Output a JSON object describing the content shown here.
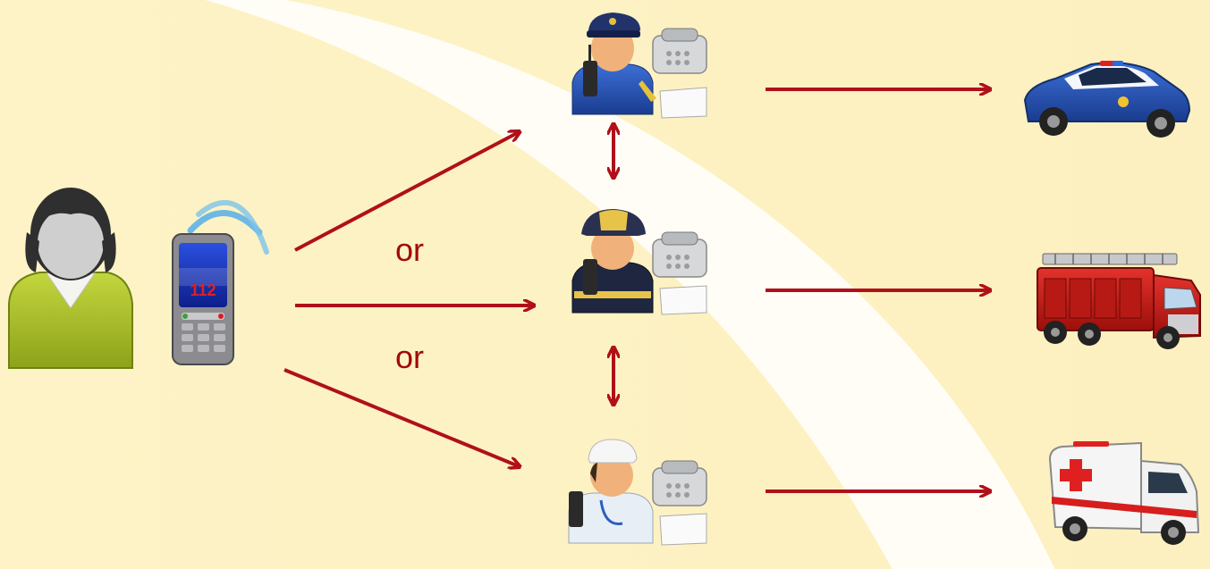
{
  "caller": {
    "person_icon": "woman-caller-icon",
    "phone_icon": "mobile-phone-icon",
    "phone_screen_text": "112"
  },
  "connectors": {
    "or_top": "or",
    "or_bottom": "or"
  },
  "dispatchers": [
    {
      "icon": "police-dispatcher-icon",
      "service": "police"
    },
    {
      "icon": "fire-dispatcher-icon",
      "service": "fire"
    },
    {
      "icon": "medical-dispatcher-icon",
      "service": "ambulance"
    }
  ],
  "vehicles": [
    {
      "icon": "police-car-icon"
    },
    {
      "icon": "fire-truck-icon"
    },
    {
      "icon": "ambulance-icon"
    }
  ],
  "colors": {
    "background": "#fdf3c8",
    "arc": "#ffffff",
    "arrow": "#b0101a",
    "text": "#a10a0a"
  }
}
